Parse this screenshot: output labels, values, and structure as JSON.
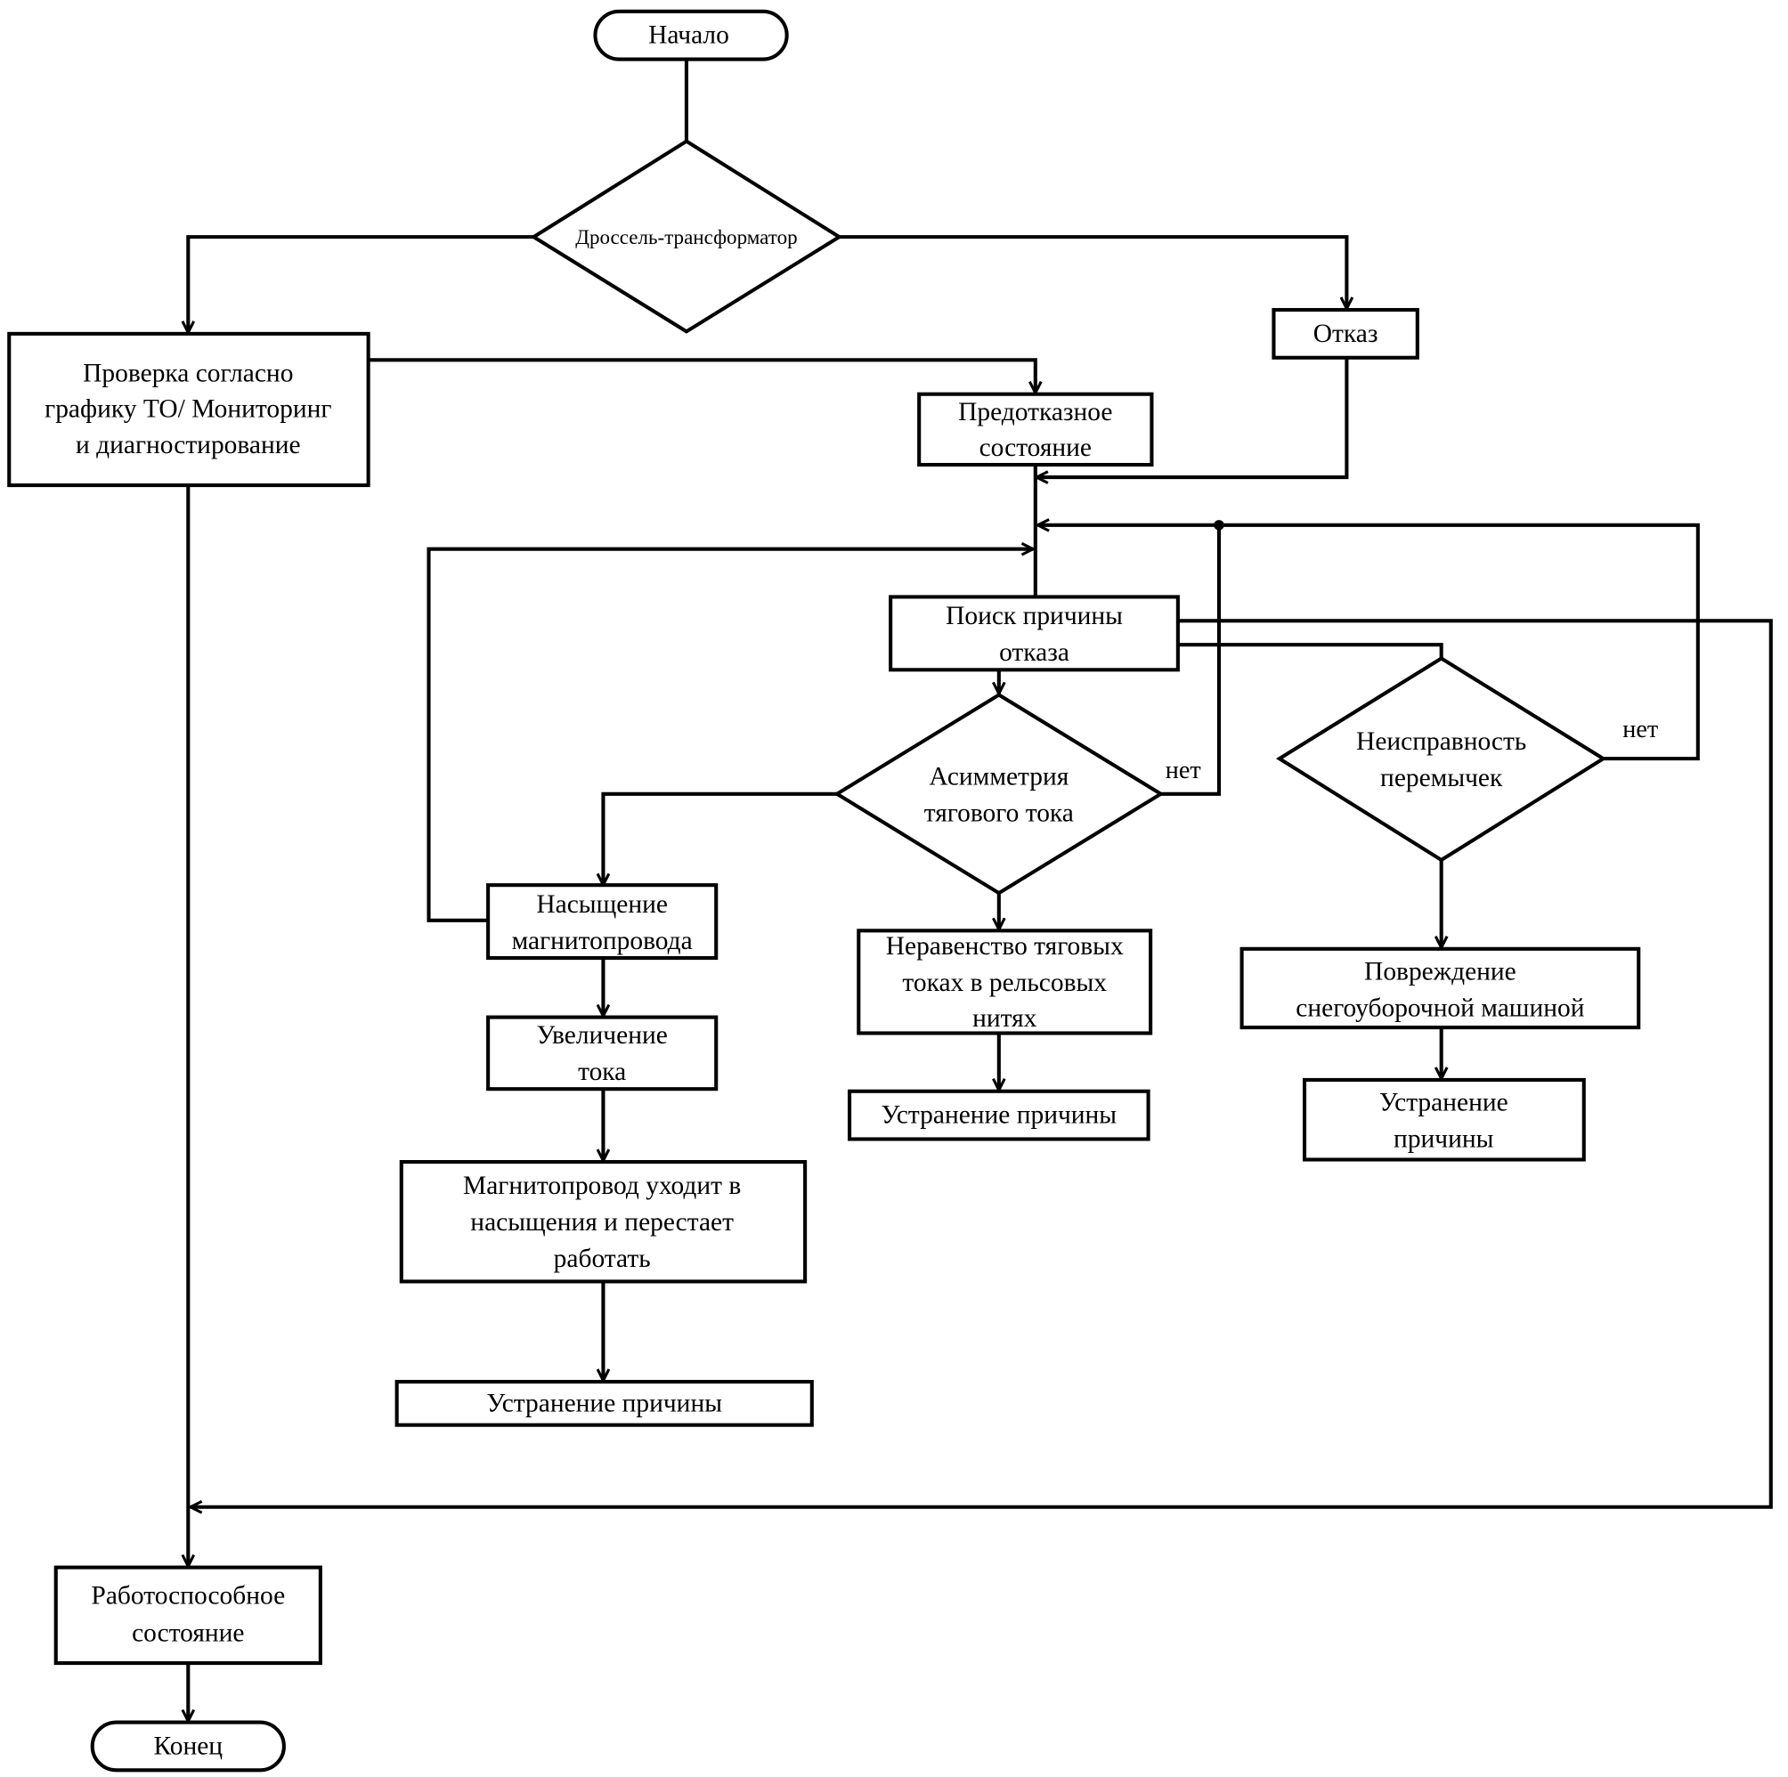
{
  "diagram": {
    "type": "flowchart",
    "colors": {
      "stroke": "#000000",
      "background": "#ffffff",
      "text": "#000000"
    },
    "nodes": {
      "start": {
        "shape": "terminator",
        "lines": [
          "Начало"
        ]
      },
      "decision_main": {
        "shape": "decision",
        "lines": [
          "Дроссель-трансформатор"
        ]
      },
      "check": {
        "shape": "process",
        "lines": [
          "Проверка согласно",
          "графику ТО/ Мониторинг",
          "и диагностирование"
        ]
      },
      "failure": {
        "shape": "process",
        "lines": [
          "Отказ"
        ]
      },
      "prefailure": {
        "shape": "process",
        "lines": [
          "Предотказное",
          "состояние"
        ]
      },
      "search": {
        "shape": "process",
        "lines": [
          "Поиск причины",
          "отказа"
        ]
      },
      "asymmetry": {
        "shape": "decision",
        "lines": [
          "Асимметрия",
          "тягового тока"
        ]
      },
      "jumpers": {
        "shape": "decision",
        "lines": [
          "Неисправность",
          "перемычек"
        ]
      },
      "saturation": {
        "shape": "process",
        "lines": [
          "Насыщение",
          "магнитопровода"
        ]
      },
      "current_increase": {
        "shape": "process",
        "lines": [
          "Увеличение",
          "тока"
        ]
      },
      "core_saturated": {
        "shape": "process",
        "lines": [
          "Магнитопровод уходит в",
          "насыщения и перестает",
          "работать"
        ]
      },
      "fix1": {
        "shape": "process",
        "lines": [
          "Устранение причины"
        ]
      },
      "inequality": {
        "shape": "process",
        "lines": [
          "Неравенство тяговых",
          "токах в рельсовых",
          "нитях"
        ]
      },
      "fix2": {
        "shape": "process",
        "lines": [
          "Устранение причины"
        ]
      },
      "snowplow": {
        "shape": "process",
        "lines": [
          "Повреждение",
          "снегоуборочной машиной"
        ]
      },
      "fix3": {
        "shape": "process",
        "lines": [
          "Устранение",
          "причины"
        ]
      },
      "operable": {
        "shape": "process",
        "lines": [
          "Работоспособное",
          "состояние"
        ]
      },
      "end": {
        "shape": "terminator",
        "lines": [
          "Конец"
        ]
      }
    },
    "edge_labels": {
      "asymmetry_no": "нет",
      "jumpers_no": "нет"
    },
    "edges": [
      [
        "start",
        "decision_main"
      ],
      [
        "decision_main",
        "check"
      ],
      [
        "decision_main",
        "failure"
      ],
      [
        "check",
        "prefailure"
      ],
      [
        "failure",
        "search"
      ],
      [
        "prefailure",
        "search"
      ],
      [
        "check",
        "operable"
      ],
      [
        "search",
        "asymmetry"
      ],
      [
        "search",
        "jumpers"
      ],
      [
        "search",
        "operable"
      ],
      [
        "asymmetry",
        "saturation"
      ],
      [
        "asymmetry",
        "inequality"
      ],
      [
        "asymmetry",
        "search",
        "нет"
      ],
      [
        "jumpers",
        "snowplow"
      ],
      [
        "jumpers",
        "search",
        "нет"
      ],
      [
        "saturation",
        "search"
      ],
      [
        "saturation",
        "current_increase"
      ],
      [
        "current_increase",
        "core_saturated"
      ],
      [
        "core_saturated",
        "fix1"
      ],
      [
        "inequality",
        "fix2"
      ],
      [
        "snowplow",
        "fix3"
      ],
      [
        "operable",
        "end"
      ]
    ]
  }
}
